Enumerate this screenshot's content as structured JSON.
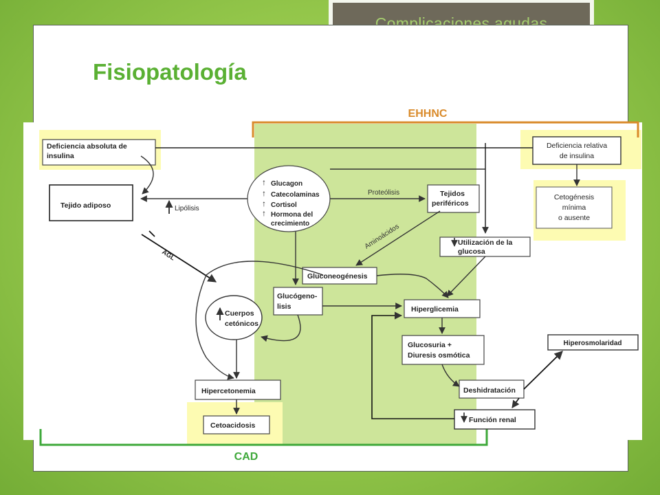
{
  "header": {
    "section_title": "Complicaciones agudas"
  },
  "slide": {
    "title": "Fisiopatología"
  },
  "diagram": {
    "group_top": "EHHNC",
    "group_bottom": "CAD",
    "nodes": {
      "absolute_deficiency": [
        "Deficiencia absoluta de",
        "insulina"
      ],
      "adipose_tissue": "Tejido adiposo",
      "hormones": [
        "Glucagon",
        "Catecolaminas",
        "Cortisol",
        "Hormona del",
        "crecimiento"
      ],
      "peripheral_tissues": [
        "Tejidos",
        "periféricos"
      ],
      "relative_deficiency": [
        "Deficiencia relativa",
        "de insulina"
      ],
      "ketogenesis": [
        "Cetogénesis",
        "mínima",
        "o ausente"
      ],
      "glucose_use": [
        "Utilización de la",
        "glucosa"
      ],
      "gluconeogenesis": "Gluconeogénesis",
      "glycogenolysis": [
        "Glucógeno-",
        "lisis"
      ],
      "ketone_bodies": [
        "Cuerpos",
        "cetónicos"
      ],
      "hyperglycemia": "Hiperglicemia",
      "glycosuria": [
        "Glucosuria +",
        "Diuresis osmótica"
      ],
      "hyperosmolarity": "Hiperosmolaridad",
      "hyperketonemia": "Hipercetonemia",
      "dehydration": "Deshidratación",
      "ketoacidosis": "Cetoacidosis",
      "renal_function": "Función renal"
    },
    "edge_labels": {
      "lipolysis": "Lipólisis",
      "proteolysis": "Proteólisis",
      "amino_acids": "Aminoácidos",
      "fatty_acids": "AGL"
    },
    "colors": {
      "green_band": "#cde59a",
      "yellow_highlight": "#fdfbb2",
      "orange_bracket": "#d98a2a",
      "green_bracket": "#3ea83a",
      "title_green": "#5ab033"
    }
  }
}
